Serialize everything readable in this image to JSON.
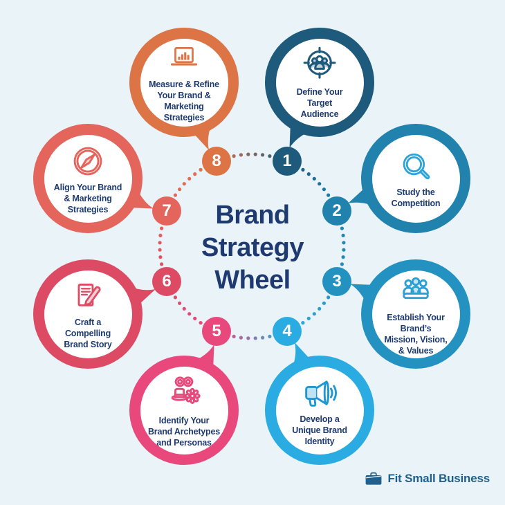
{
  "background": "#e9f3f8",
  "text_color": "#1e3a70",
  "title": {
    "text": "Brand Strategy Wheel"
  },
  "wheel": {
    "items": [
      {
        "number": "1",
        "label": "Define Your\nTarget\nAudience",
        "color": "#1d5a7c",
        "icon_color": "#1d5a7c",
        "icon": "target-audience",
        "angle": 22.5
      },
      {
        "number": "2",
        "label": "Study the\nCompetition",
        "color": "#2082ad",
        "icon_color": "#2aa4da",
        "icon": "search",
        "angle": 67.5
      },
      {
        "number": "3",
        "label": "Establish Your\nBrand’s\nMission, Vision,\n& Values",
        "color": "#2492c1",
        "icon_color": "#2aa0d4",
        "icon": "meeting",
        "angle": 112.5
      },
      {
        "number": "4",
        "label": "Develop a\nUnique Brand\nIdentity",
        "color": "#2aace2",
        "icon_color": "#1f97d2",
        "icon": "megaphone",
        "angle": 157.5
      },
      {
        "number": "5",
        "label": "Identify Your\nBrand Archetypes\nand Personas",
        "color": "#e8487b",
        "icon_color": "#e8487b",
        "icon": "archetypes",
        "angle": 202.5
      },
      {
        "number": "6",
        "label": "Craft a\nCompelling\nBrand Story",
        "color": "#dc4b63",
        "icon_color": "#dc4b63",
        "icon": "story",
        "angle": 247.5
      },
      {
        "number": "7",
        "label": "Align Your Brand\n& Marketing\nStrategies",
        "color": "#e4655b",
        "icon_color": "#e4655b",
        "icon": "compass",
        "angle": 292.5
      },
      {
        "number": "8",
        "label": "Measure & Refine\nYour Brand &\nMarketing\nStrategies",
        "color": "#dc7446",
        "icon_color": "#dc7446",
        "icon": "analytics",
        "angle": 337.5
      }
    ]
  },
  "logo": {
    "text": "Fit Small Business",
    "color": "#20608c",
    "icon": "briefcase"
  }
}
